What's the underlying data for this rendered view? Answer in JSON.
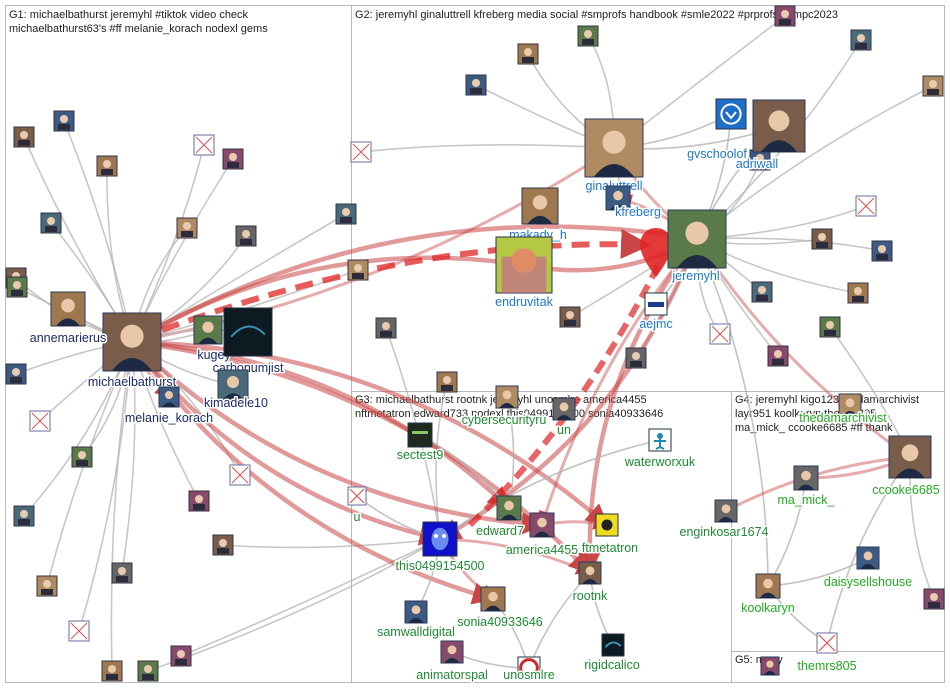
{
  "colors": {
    "edge_gray": "#b4b4b4",
    "edge_red": "#c84646",
    "edge_bright": "#e02424",
    "g1_label": "#1a2a6a",
    "g2_label": "#1e78c8",
    "g3_label": "#1e8a32",
    "g4_label": "#22aa22",
    "box_border": "#b8b8b8"
  },
  "groups": [
    {
      "id": "G1",
      "lines": [
        "G1: michaelbathurst jeremyhl #tiktok video check",
        "michaelbathurst63's #ff melanie_korach nodexl gems"
      ]
    },
    {
      "id": "G2",
      "lines": [
        "G2: jeremyhl ginaluttrell kfreberg media social #smprofs handbook #smle2022 #prprofs #smpc2023"
      ]
    },
    {
      "id": "G3",
      "lines": [
        "G3: michaelbathurst rootnk jeremyhl unosmlre america4455",
        "nftmetatron edward733 nodexl this0499154500 sonia40933646"
      ]
    },
    {
      "id": "G4",
      "lines": [
        "G4: jeremyhl kigo123 thedamarchivist",
        "layr951 koolkaryn themrs805",
        "ma_mick_ ccooke6685 #ff thank"
      ]
    },
    {
      "id": "G5",
      "lines": [
        "G5: many"
      ]
    }
  ],
  "nodes": [
    {
      "id": "michaelbathurst",
      "label": "michaelbathurst",
      "group": "G1",
      "icon": "person-photo"
    },
    {
      "id": "melanie_korach",
      "label": "melanie_korach",
      "group": "G1",
      "icon": "person-photo"
    },
    {
      "id": "annemarierus",
      "label": "annemarierus",
      "group": "G1",
      "icon": "person-photo"
    },
    {
      "id": "kugey",
      "label": "kugey",
      "group": "G1",
      "icon": "person-photo"
    },
    {
      "id": "carbonumjist",
      "label": "carbonumjist",
      "group": "G1",
      "icon": "dark-logo"
    },
    {
      "id": "kimadele10",
      "label": "kimadele10",
      "group": "G1",
      "icon": "person-photo"
    },
    {
      "id": "ginaluttrell",
      "label": "ginaluttrell",
      "group": "G2",
      "icon": "person-photo"
    },
    {
      "id": "gvschoolof",
      "label": "gvschoolof",
      "group": "G2",
      "icon": "school-logo"
    },
    {
      "id": "adriwall",
      "label": "adriwall",
      "group": "G2",
      "icon": "person-photo"
    },
    {
      "id": "kfreberg",
      "label": "kfreberg",
      "group": "G2",
      "icon": "person-photo"
    },
    {
      "id": "makady_h",
      "label": "makady_h",
      "group": "G2",
      "icon": "person-photo"
    },
    {
      "id": "jeremyhl",
      "label": "jeremyhl",
      "group": "G2",
      "icon": "person-photo"
    },
    {
      "id": "endruvitak",
      "label": "endruvitak",
      "group": "G2",
      "icon": "colorful-photo"
    },
    {
      "id": "aejmc",
      "label": "aejmc",
      "group": "G2",
      "icon": "org-logo"
    },
    {
      "id": "cybersecurityru",
      "label": "cybersecurityru",
      "group": "G3",
      "icon": "person-photo"
    },
    {
      "id": "un",
      "label": "un",
      "group": "G3",
      "icon": "person-photo"
    },
    {
      "id": "sectest9",
      "label": "sectest9",
      "group": "G3",
      "icon": "security-logo"
    },
    {
      "id": "waterworxuk",
      "label": "waterworxuk",
      "group": "G3",
      "icon": "person-icon"
    },
    {
      "id": "u",
      "label": "u",
      "group": "G3",
      "icon": "broken-image"
    },
    {
      "id": "edward7",
      "label": "edward7",
      "group": "G3",
      "icon": "person-photo"
    },
    {
      "id": "america4455",
      "label": "america4455",
      "group": "G3",
      "icon": "person-photo"
    },
    {
      "id": "nftmetatron",
      "label": "ftmetatron",
      "group": "G3",
      "icon": "yellow-logo"
    },
    {
      "id": "this0499154500",
      "label": "this0499154500",
      "group": "G3",
      "icon": "blue-face"
    },
    {
      "id": "enginkosar1674",
      "label": "enginkosar1674",
      "group": "G3",
      "icon": "person-photo"
    },
    {
      "id": "rootnk",
      "label": "rootnk",
      "group": "G3",
      "icon": "person-photo"
    },
    {
      "id": "samwalldigital",
      "label": "samwalldigital",
      "group": "G3",
      "icon": "person-photo"
    },
    {
      "id": "sonia40933646",
      "label": "sonia40933646",
      "group": "G3",
      "icon": "person-photo"
    },
    {
      "id": "rigidcalico",
      "label": "rigidcalico",
      "group": "G3",
      "icon": "dark-logo"
    },
    {
      "id": "animatorspal",
      "label": "animatorspal",
      "group": "G3",
      "icon": "person-photo"
    },
    {
      "id": "unosmlre",
      "label": "unosmlre",
      "group": "G3",
      "icon": "red-logo"
    },
    {
      "id": "thedamarchivist",
      "label": "thedamarchivist",
      "group": "G4",
      "icon": "person-photo"
    },
    {
      "id": "ma_mick_",
      "label": "ma_mick_",
      "group": "G4",
      "icon": "person-photo"
    },
    {
      "id": "ccooke6685",
      "label": "ccooke6685",
      "group": "G4",
      "icon": "person-photo"
    },
    {
      "id": "daisysellshouse",
      "label": "daisysellshouse",
      "group": "G4",
      "icon": "person-photo"
    },
    {
      "id": "koolkaryn",
      "label": "koolkaryn",
      "group": "G4",
      "icon": "person-photo"
    },
    {
      "id": "themrs805",
      "label": "themrs805",
      "group": "G4",
      "icon": "broken-image"
    },
    {
      "id": "g5node",
      "label": "",
      "group": "G5",
      "icon": "person-photo"
    }
  ],
  "edges": [
    {
      "source": "michaelbathurst",
      "target": "jeremyhl",
      "weight": "heavy"
    },
    {
      "source": "michaelbathurst",
      "target": "this0499154500",
      "weight": "heavy"
    },
    {
      "source": "michaelbathurst",
      "target": "edward7",
      "weight": "heavy"
    },
    {
      "source": "michaelbathurst",
      "target": "america4455",
      "weight": "heavy"
    },
    {
      "source": "michaelbathurst",
      "target": "rootnk",
      "weight": "heavy"
    },
    {
      "source": "michaelbathurst",
      "target": "sonia40933646",
      "weight": "heavy"
    },
    {
      "source": "michaelbathurst",
      "target": "nftmetatron",
      "weight": "heavy"
    },
    {
      "source": "michaelbathurst",
      "target": "ginaluttrell",
      "weight": "medium"
    },
    {
      "source": "michaelbathurst",
      "target": "endruvitak",
      "weight": "heavy"
    },
    {
      "source": "michaelbathurst",
      "target": "melanie_korach",
      "weight": "medium"
    },
    {
      "source": "jeremyhl",
      "target": "this0499154500",
      "weight": "heavy"
    },
    {
      "source": "jeremyhl",
      "target": "rootnk",
      "weight": "heavy"
    },
    {
      "source": "jeremyhl",
      "target": "ginaluttrell",
      "weight": "medium"
    },
    {
      "source": "jeremyhl",
      "target": "kfreberg",
      "weight": "medium"
    },
    {
      "source": "jeremyhl",
      "target": "adriwall",
      "weight": "light"
    },
    {
      "source": "jeremyhl",
      "target": "gvschoolof",
      "weight": "light"
    },
    {
      "source": "jeremyhl",
      "target": "aejmc",
      "weight": "light"
    },
    {
      "source": "jeremyhl",
      "target": "ccooke6685",
      "weight": "medium"
    },
    {
      "source": "jeremyhl",
      "target": "koolkaryn",
      "weight": "light"
    },
    {
      "source": "jeremyhl",
      "target": "america4455",
      "weight": "medium"
    },
    {
      "source": "ginaluttrell",
      "target": "kfreberg",
      "weight": "light"
    },
    {
      "source": "ginaluttrell",
      "target": "gvschoolof",
      "weight": "light"
    },
    {
      "source": "adriwall",
      "target": "ginaluttrell",
      "weight": "light"
    },
    {
      "source": "endruvitak",
      "target": "jeremyhl",
      "weight": "heavy"
    },
    {
      "source": "this0499154500",
      "target": "rootnk",
      "weight": "medium"
    },
    {
      "source": "this0499154500",
      "target": "sonia40933646",
      "weight": "medium"
    },
    {
      "source": "this0499154500",
      "target": "samwalldigital",
      "weight": "light"
    },
    {
      "source": "edward7",
      "target": "america4455",
      "weight": "medium"
    },
    {
      "source": "america4455",
      "target": "nftmetatron",
      "weight": "medium"
    },
    {
      "source": "rootnk",
      "target": "unosmlre",
      "weight": "light"
    },
    {
      "source": "sonia40933646",
      "target": "unosmlre",
      "weight": "light"
    },
    {
      "source": "animatorspal",
      "target": "unosmlre",
      "weight": "light"
    },
    {
      "source": "rigidcalico",
      "target": "rootnk",
      "weight": "light"
    },
    {
      "source": "waterworxuk",
      "target": "this0499154500",
      "weight": "light"
    },
    {
      "source": "enginkosar1674",
      "target": "ccooke6685",
      "weight": "medium"
    },
    {
      "source": "ma_mick_",
      "target": "ccooke6685",
      "weight": "medium"
    },
    {
      "source": "ma_mick_",
      "target": "koolkaryn",
      "weight": "light"
    },
    {
      "source": "ccooke6685",
      "target": "themrs805",
      "weight": "light"
    },
    {
      "source": "daisysellshouse",
      "target": "koolkaryn",
      "weight": "light"
    },
    {
      "source": "koolkaryn",
      "target": "themrs805",
      "weight": "light"
    },
    {
      "source": "kugey",
      "target": "michaelbathurst",
      "weight": "light"
    },
    {
      "source": "annemarierus",
      "target": "michaelbathurst",
      "weight": "light"
    },
    {
      "source": "kimadele10",
      "target": "michaelbathurst",
      "weight": "light"
    },
    {
      "source": "carbonumjist",
      "target": "michaelbathurst",
      "weight": "light"
    },
    {
      "source": "sectest9",
      "target": "edward7",
      "weight": "light"
    },
    {
      "source": "u",
      "target": "this0499154500",
      "weight": "light"
    },
    {
      "source": "cybersecurityru",
      "target": "edward7",
      "weight": "light"
    }
  ]
}
